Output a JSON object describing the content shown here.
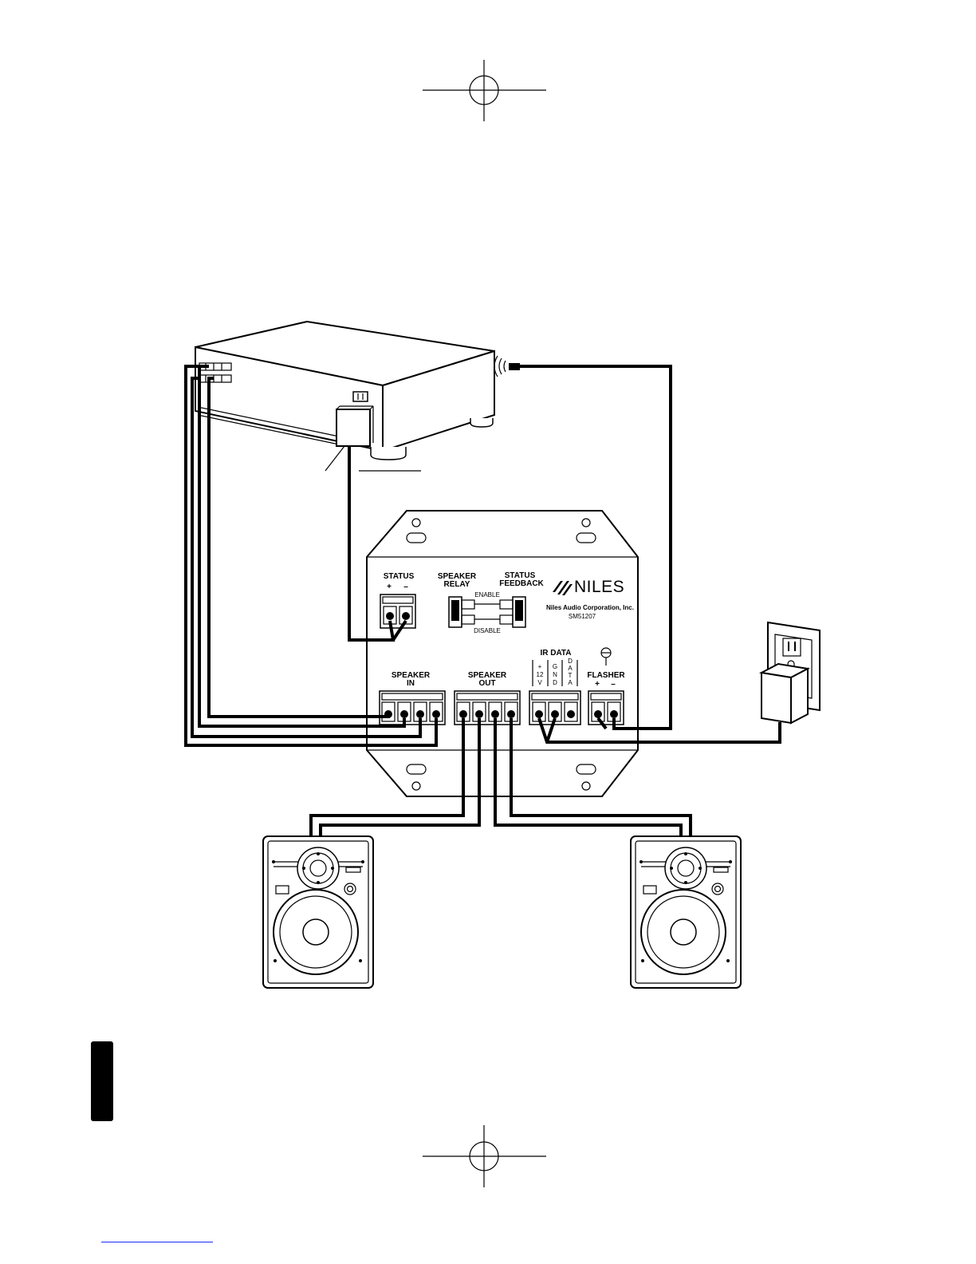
{
  "module": {
    "status_label": "STATUS",
    "status_plus": "+",
    "status_minus": "–",
    "speaker_relay_label_1": "SPEAKER",
    "speaker_relay_label_2": "RELAY",
    "status_feedback_label_1": "STATUS",
    "status_feedback_label_2": "FEEDBACK",
    "enable_label": "ENABLE",
    "disable_label": "DISABLE",
    "brand_name": "NILES",
    "company_name": "Niles Audio Corporation, Inc.",
    "model_number": "SM51207",
    "ir_data_label": "IR DATA",
    "ir_col_12v": [
      "+",
      "12",
      "V"
    ],
    "ir_col_gnd": [
      "G",
      "N",
      "D"
    ],
    "ir_col_data": [
      "D",
      "A",
      "T",
      "A"
    ],
    "flasher_label": "FLASHER",
    "flasher_plus": "+",
    "flasher_minus": "–",
    "speaker_in_label_1": "SPEAKER",
    "speaker_in_label_2": "IN",
    "speaker_out_label_1": "SPEAKER",
    "speaker_out_label_2": "OUT"
  },
  "colors": {
    "ink": "#000000",
    "paper": "#ffffff",
    "footer_link": "#1a2cff"
  },
  "icons": [
    "registration-mark-icon",
    "amplifier-icon",
    "ir-emitter-icon",
    "wall-outlet-icon",
    "power-adapter-icon",
    "speaker-icon",
    "niles-logo-icon"
  ]
}
